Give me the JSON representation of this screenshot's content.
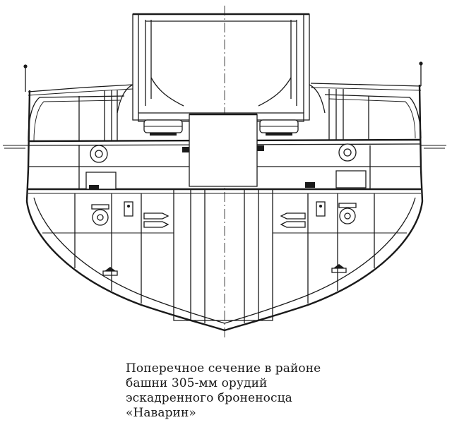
{
  "caption": {
    "lines": [
      "Поперечное сечение в районе",
      "башни 305-мм орудий",
      "эскадренного броненосца",
      "«Наварин»"
    ]
  },
  "colors": {
    "ink": "#1a1a1a",
    "paper": "#ffffff"
  }
}
